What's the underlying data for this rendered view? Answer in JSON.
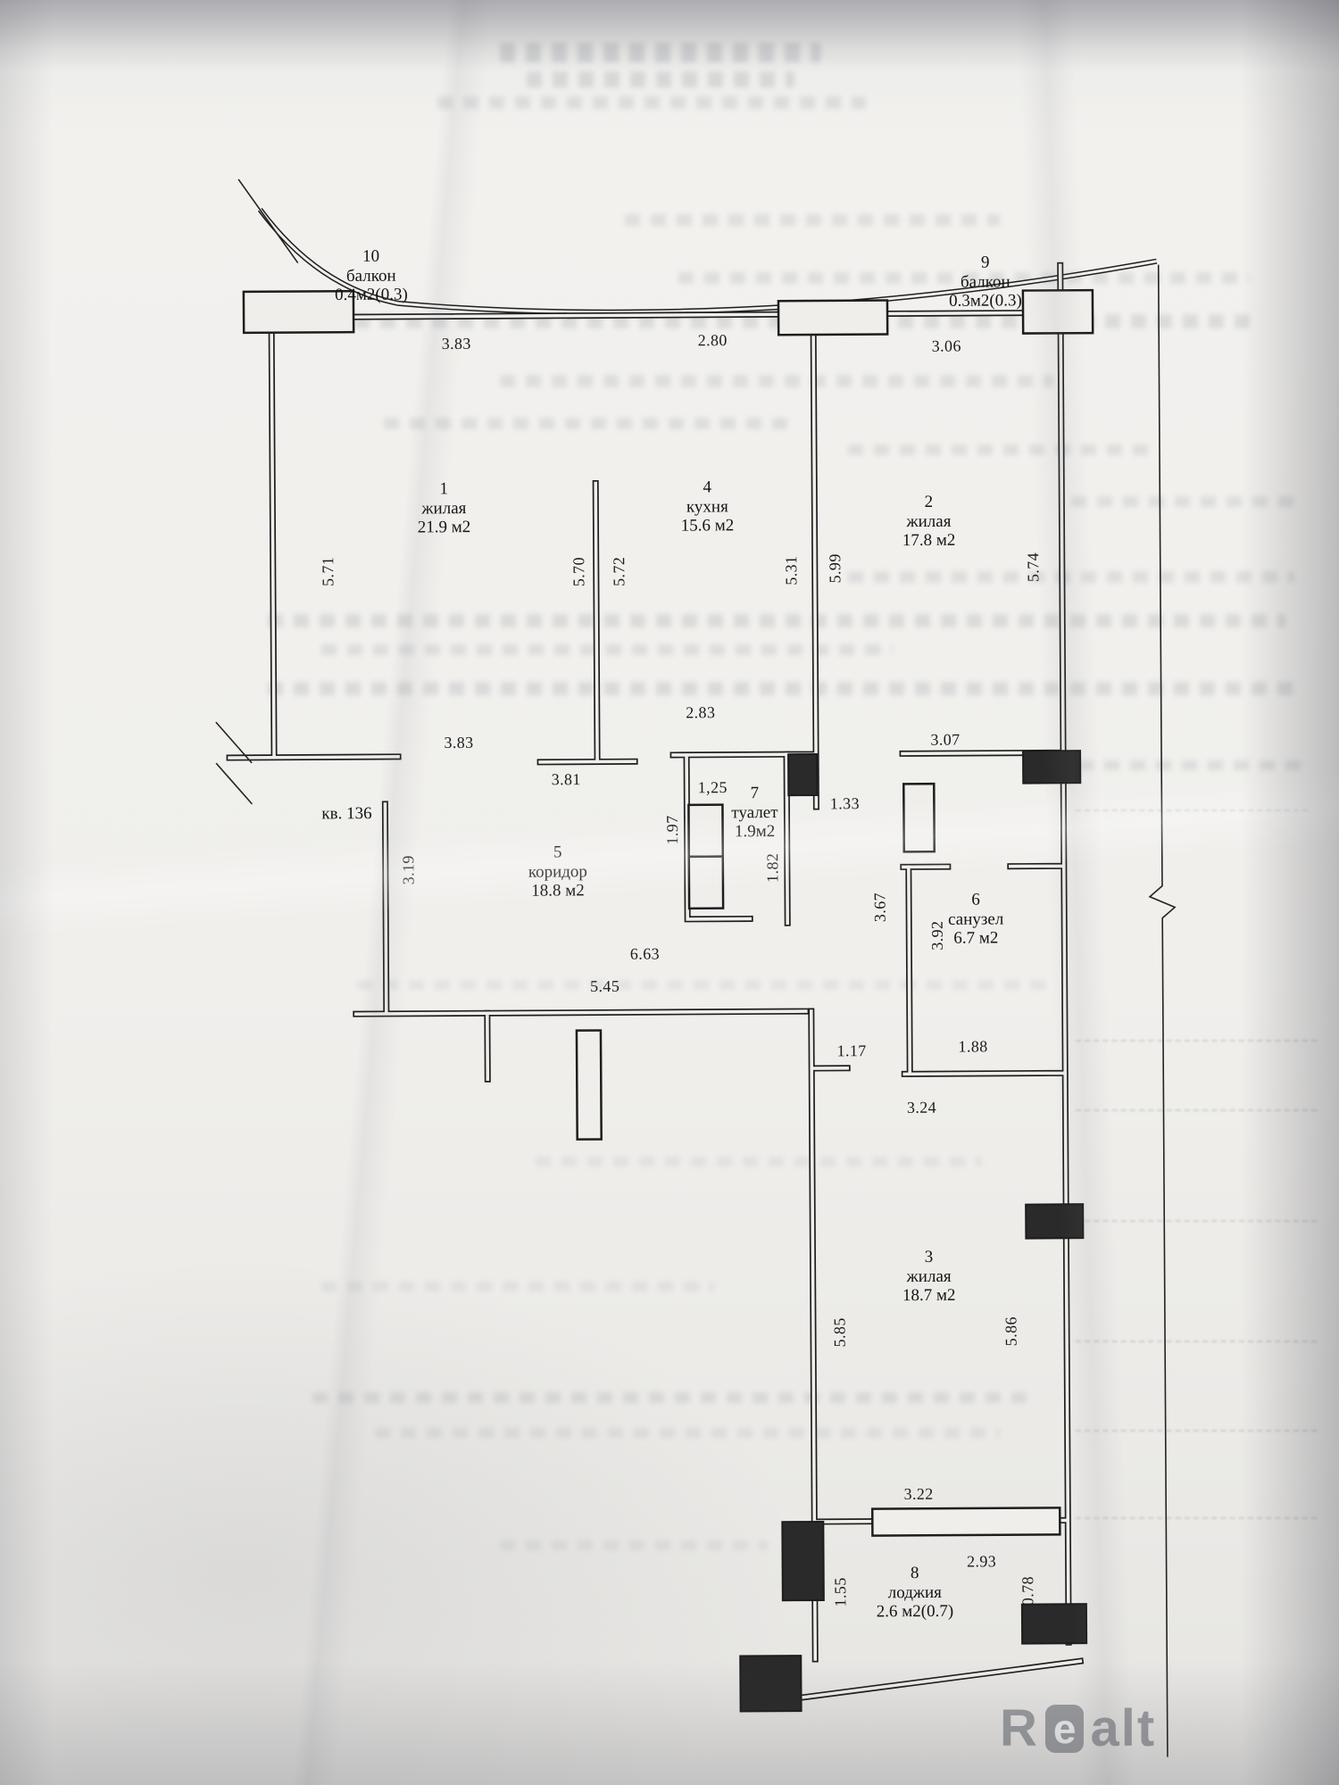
{
  "plan": {
    "apartment_label": "кв. 136",
    "rooms": {
      "r1": {
        "number": "1",
        "name": "жилая",
        "area": "21.9 м2"
      },
      "r2": {
        "number": "2",
        "name": "жилая",
        "area": "17.8 м2"
      },
      "r3": {
        "number": "3",
        "name": "жилая",
        "area": "18.7 м2"
      },
      "r4": {
        "number": "4",
        "name": "кухня",
        "area": "15.6 м2"
      },
      "r5": {
        "number": "5",
        "name": "коридор",
        "area": "18.8 м2"
      },
      "r6": {
        "number": "6",
        "name": "санузел",
        "area": "6.7 м2"
      },
      "r7": {
        "number": "7",
        "name": "туалет",
        "area": "1.9м2"
      },
      "r8": {
        "number": "8",
        "name": "лоджия",
        "area": "2.6 м2(0.7)"
      },
      "r9": {
        "number": "9",
        "name": "балкон",
        "area": "0.3м2(0.3)"
      },
      "r10": {
        "number": "10",
        "name": "балкон",
        "area": "0.4м2(0.3)"
      }
    },
    "dims": {
      "room1_width_top": "3.83",
      "kitchen_width_top": "2.80",
      "room2_width_top": "3.06",
      "room1_height_left": "5.71",
      "room1_height_right": "5.70",
      "kitchen_height_left": "5.72",
      "kitchen_height_right": "5.31",
      "room2_height_left": "5.99",
      "room2_height_right": "5.74",
      "room1_width_bottom": "3.83",
      "corridor_top_width": "3.81",
      "kitchen_width_bottom": "2.83",
      "toilet_width": "1,25",
      "door_room2_width": "1.33",
      "room2_width_bottom": "3.07",
      "toilet_height_left": "1.97",
      "toilet_height_right": "1.82",
      "corridor_wall_height": "3.19",
      "bath_outer_height": "3.67",
      "bath_height": "3.92",
      "corridor_length_1": "6.63",
      "corridor_length_2": "5.45",
      "bath_width_bottom": "1.88",
      "door_room3_width": "1.17",
      "passage_width": "3.24",
      "room3_height_left": "5.85",
      "room3_height_right": "5.86",
      "loggia_width_top": "3.22",
      "loggia_window_width": "2.93",
      "loggia_height_left": "1.55",
      "loggia_height_right": "0.78"
    }
  },
  "watermark": {
    "part1": "R",
    "part2": "e",
    "part3": "alt"
  }
}
